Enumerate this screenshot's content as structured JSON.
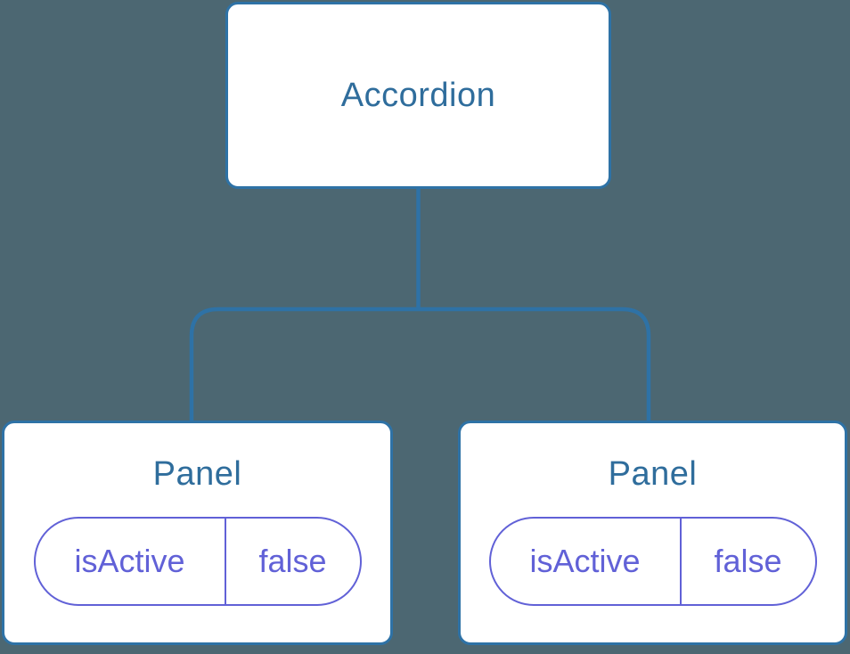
{
  "diagram": {
    "root": {
      "label": "Accordion"
    },
    "children": [
      {
        "label": "Panel",
        "props": [
          {
            "name": "isActive",
            "value": "false"
          }
        ]
      },
      {
        "label": "Panel",
        "props": [
          {
            "name": "isActive",
            "value": "false"
          }
        ]
      }
    ]
  },
  "colors": {
    "background": "#4C6772",
    "node_border": "#2E72A6",
    "node_fill": "#FFFFFF",
    "title_text": "#2F6D9C",
    "connector": "#2E72A6",
    "prop_accent": "#6161D7"
  }
}
